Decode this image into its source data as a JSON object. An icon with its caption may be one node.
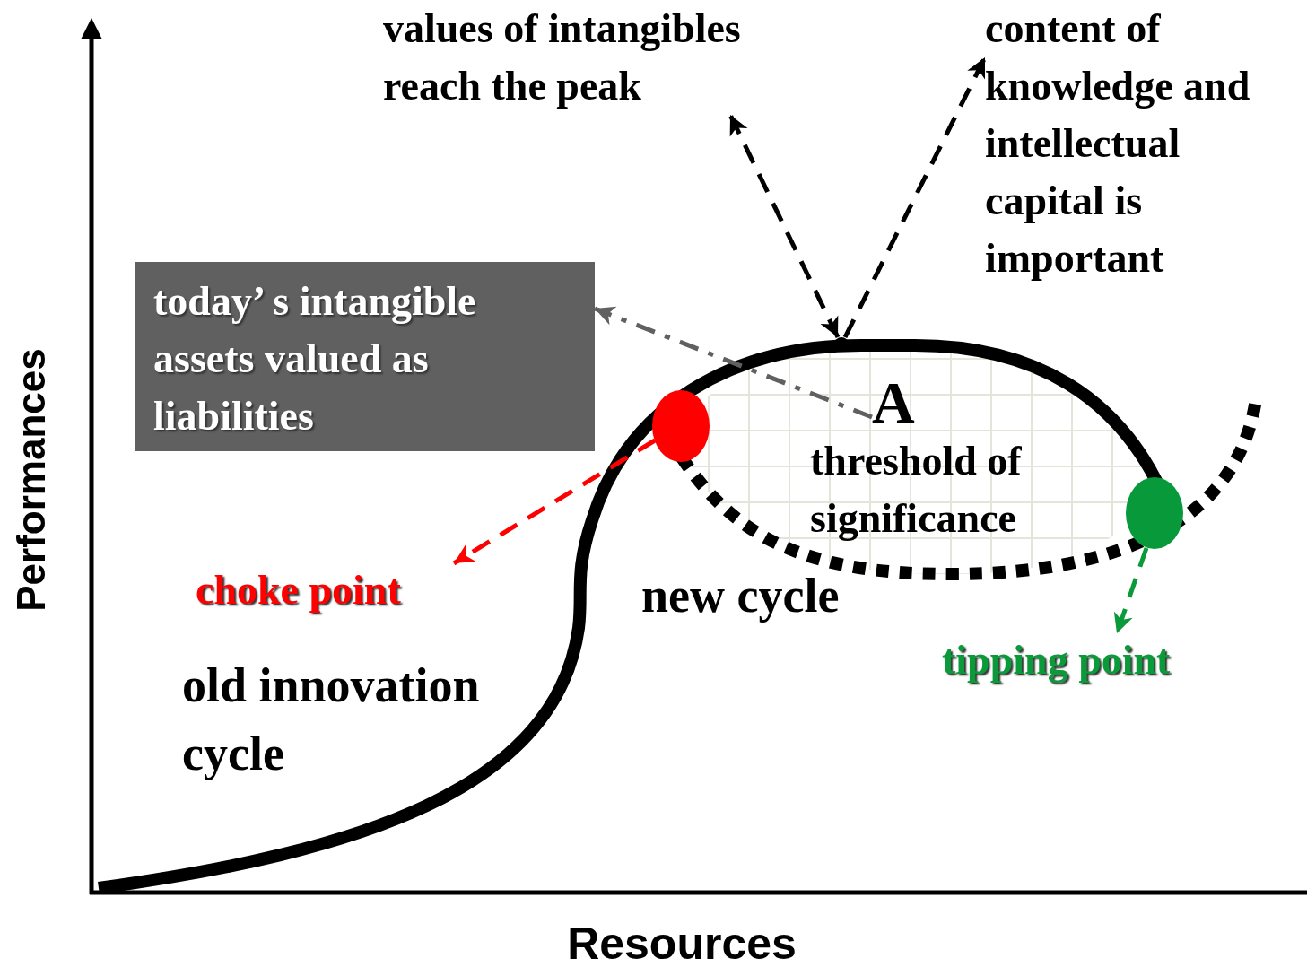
{
  "diagram": {
    "nodes": [
      {
        "text": [
          "today’ s intangible assets valued as liabilities"
        ]
      },
      {
        "text": [
          "values of intangibles reach the peak"
        ]
      },
      {
        "text": [
          "content of knowledge and intellectual capital is important"
        ]
      },
      {
        "text": [
          "A"
        ]
      },
      {
        "text": [],
        "shape": "circle"
      },
      {
        "text": [],
        "shape": "circle"
      },
      {
        "text": [
          "choke point"
        ]
      },
      {
        "text": [
          "tipping point"
        ]
      },
      {
        "text": [],
        "shape": "point"
      }
    ],
    "edges": [
      {
        "from": 8,
        "to": 1,
        "arrow": "both",
        "style": "dashed"
      },
      {
        "from": 8,
        "to": 2,
        "arrow": "to",
        "style": "dashed"
      },
      {
        "from": 3,
        "to": 0,
        "arrow": "to",
        "style": "dashed",
        "color": "#606060"
      },
      {
        "from": 4,
        "to": 6,
        "arrow": "to",
        "style": "dashed",
        "color": "#ff0000"
      },
      {
        "from": 5,
        "to": 7,
        "arrow": "to",
        "style": "dashed",
        "color": "#0a9a3a"
      }
    ],
    "labels": [
      "threshold of significance",
      "new cycle",
      "old innovation cycle",
      "Performances",
      "Resources"
    ]
  }
}
